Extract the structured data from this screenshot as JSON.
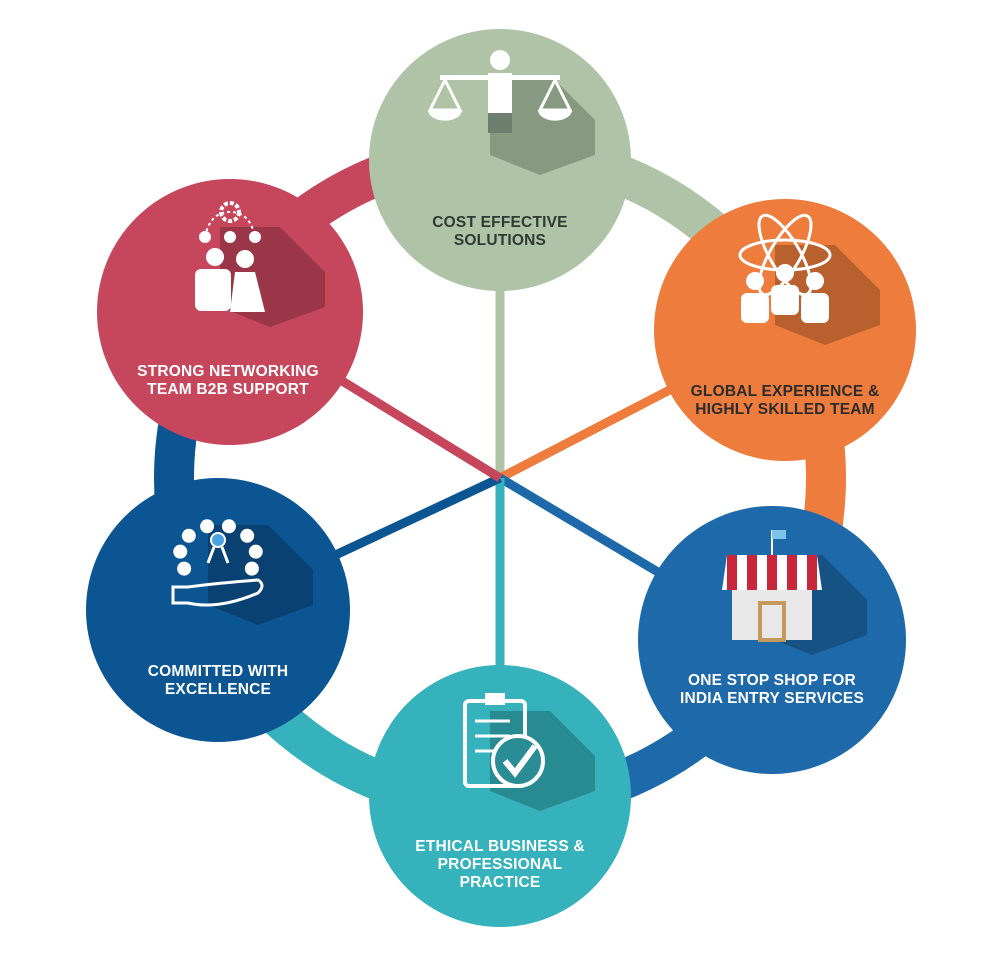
{
  "nodes": [
    {
      "id": "cost",
      "label_lines": [
        "COST EFFECTIVE",
        "SOLUTIONS"
      ],
      "color": "#afc4a6",
      "text_color": "#2e3a33",
      "icon": "scales-businessman-icon"
    },
    {
      "id": "global",
      "label_lines": [
        "GLOBAL EXPERIENCE &",
        "HIGHLY SKILLED TEAM"
      ],
      "color": "#ee7c3d",
      "text_color": "#2b2b2b",
      "icon": "team-atom-icon"
    },
    {
      "id": "onestop",
      "label_lines": [
        "ONE STOP SHOP FOR",
        "INDIA ENTRY SERVICES"
      ],
      "color": "#1e69a9",
      "text_color": "#ffffff",
      "icon": "shop-icon"
    },
    {
      "id": "ethical",
      "label_lines": [
        "ETHICAL BUSINESS &",
        "PROFESSIONAL",
        "PRACTICE"
      ],
      "color": "#35b2bc",
      "text_color": "#ffffff",
      "icon": "clipboard-check-icon"
    },
    {
      "id": "committed",
      "label_lines": [
        "COMMITTED WITH",
        "EXCELLENCE"
      ],
      "color": "#0c5593",
      "text_color": "#ffffff",
      "icon": "hand-award-icon"
    },
    {
      "id": "network",
      "label_lines": [
        "STRONG NETWORKING",
        "TEAM B2B SUPPORT"
      ],
      "color": "#c6465c",
      "text_color": "#ffffff",
      "icon": "network-team-icon"
    }
  ]
}
